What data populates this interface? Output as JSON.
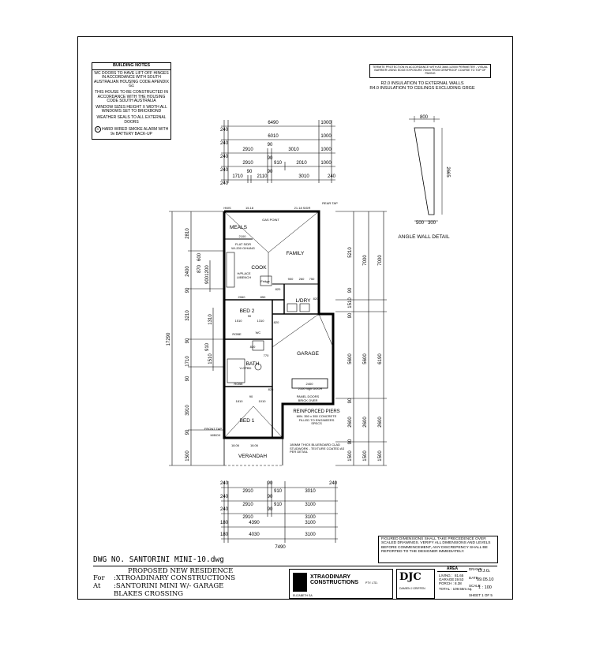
{
  "building_notes": {
    "title": "BUILDING NOTES",
    "note1": "WC DOORS TO HAVE LIFT OFF HINGES IN ACCORDANCE WITH SOUTH AUSTRALIAN HOUSING CODE APENDIX G1",
    "note2": "THIS HOUSE TO BE CONSTRUCTED IN ACCORDANCE WITH THE HOUSING CODE SOUTH AUSTRALIA",
    "note3": "WINDOW SIZES HEIGHT X WIDTH ALL WINDOWS SET TO BRICKBOND",
    "note4": "WEATHER SEALS TO ALL EXTERNAL DOORS",
    "note5": "HARD WIRED SMOKE ALARM WITH 9v BATTERY BACK-UP",
    "smoke_symbol": "S"
  },
  "termite_note": "TERMITE PROTECTION IN ACCORDANCE WITH AS 3660.1/2000 PERIMETER - VISUAL BARRIER USING EDGE EXPOSURE 75mm FROM GRNPROOF COURSE TO TOP OF PAVING",
  "insulation": {
    "line1": "R2.0 INSULATION TO EXTERNAL WALLS",
    "line2": "R4.0 INSULATION TO CEILINGS EXCLUDING GRGE"
  },
  "top_dims": {
    "row1": [
      "240",
      "6490",
      "1000"
    ],
    "row2": [
      "240",
      "6010",
      "1000"
    ],
    "row3": [
      "240",
      "2910",
      "90",
      "3010",
      "1000"
    ],
    "row4": [
      "240",
      "2910",
      "90",
      "910",
      "2010",
      "1000"
    ],
    "row5": [
      "240",
      "1710",
      "90",
      "2110",
      "90",
      "3010",
      "240"
    ]
  },
  "bottom_dims": {
    "row1": [
      "240",
      "2910",
      "90",
      "910",
      "3010",
      "240"
    ],
    "row2": [
      "240",
      "2910",
      "90",
      "910",
      "3100"
    ],
    "row3": [
      "240",
      "2910",
      "90",
      "3100"
    ],
    "row4": [
      "180",
      "4390",
      "3100"
    ],
    "row5": [
      "180",
      "4030",
      "3100"
    ],
    "overall": "7490"
  },
  "left_dims": {
    "overall": "17290",
    "segments": [
      "2810",
      "2400",
      "90",
      "3210",
      "90",
      "1710",
      "90",
      "3910",
      "90",
      "1500"
    ],
    "inner": [
      "1200",
      "900",
      "910",
      "1310",
      "1510",
      "600",
      "870"
    ]
  },
  "right_dims": {
    "col1": [
      "5210",
      "90",
      "1510",
      "90",
      "5600",
      "90",
      "2600",
      "90",
      "1500"
    ],
    "col2": [
      "7000",
      "5600",
      "2600",
      "1500"
    ],
    "col3": [
      "7000",
      "6190",
      "2600",
      "1500"
    ]
  },
  "rooms": {
    "meals": "MEALS",
    "family": "FAMILY",
    "cook": "COOK",
    "ldry": "L/DRY",
    "bed2": "BED 2",
    "bath": "BATH",
    "garage": "GARAGE",
    "bed1": "BED 1",
    "verandah": "VERANDAH"
  },
  "plan_labels": {
    "hws": "HWS",
    "hws_w": "15.18",
    "rear_tap": "REAR TAP",
    "rear_win": "21.18 S/DR",
    "gas_point": "GAS POINT",
    "meals_w": "2100",
    "flat_sdr": "FLAT S/DR",
    "flat_sdr2": "W/-200 O/HANG",
    "hplace": "H/PLACE",
    "ubench": "U/BENCH",
    "fridge": "Fridge",
    "cook_dims": [
      "2060",
      "850"
    ],
    "ldry_dims": [
      "900",
      "260",
      "750"
    ],
    "sub_dims": [
      "820",
      "820",
      "820",
      "820"
    ],
    "bed2_dims": [
      "1510",
      "90",
      "1310"
    ],
    "robe": "ROBE",
    "wc": "WC",
    "bath_num": "770",
    "vcpbd": "V-CPBD",
    "garage_door": "2400",
    "garage_door_note": "2100 high DOOR",
    "panel_doors": "PANEL DOORS",
    "brick_over": "BRICK OVER",
    "bed1_dims": [
      "1810",
      "90",
      "1010"
    ],
    "robe2": "ROBE",
    "bed1_win": [
      "18.06",
      "18.06"
    ],
    "n826": "826",
    "front_tap": "FRONT TAP",
    "mbox": "M/BOX",
    "reinforced": "REINFORCED PIERS",
    "reinforced2": "MIN. 350 x 350 CONCRETE FILLED TO ENGINEERS SPECS",
    "bluebord": "180MM THICK BLUEBOARD CLAD STUDWORK - TEXTURE COATED AS PER DETAIL"
  },
  "angle_detail": {
    "title": "ANGLE WALL DETAIL",
    "top": "800",
    "side": "2665",
    "bottom1": "500",
    "bottom2": "300"
  },
  "figured_note": "FIGURED DIMENSIONS SHALL TAKE PRECEDENCE OVER SCALED DRAWINGS. VERIFY ALL DIMENSIONS AND LEVELS BEFORE COMMENCEMENT, ANY DISCREPENCY SHALL BE REPORTED TO THE DESIGNER IMMEDIATELY.",
  "dwg_no": "DWG NO. SANTORINI MINI-10.dwg",
  "title_block": {
    "proposed": "PROPOSED NEW RESIDENCE",
    "for_label": "For",
    "for_value": ":XTROADINARY CONSTRUCTIONS",
    "at_label": "At",
    "at_value": ":SANTORINI MINI W/- GARAGE",
    "location": "BLAKES CROSSING",
    "company": "XTRAODINARY CONSTRUCTIONS",
    "company_sub": "PTY. LTD.",
    "company_addr": "ELIZABETH SA",
    "designer_logo": "DJC",
    "designer": "DAMIEN J GRIFFEN",
    "area_title": "AREA",
    "living_label": "LIVING :",
    "living_val": "81.65",
    "garage_label": "GARAGE :",
    "garage_val": "19.53",
    "porch_label": "PORCH :",
    "porch_val": "8.38",
    "total": "TOTAL : 109.56m.sq.",
    "drawn_label": "DRAWN",
    "drawn_val": "D.J.G.",
    "date_label": "DATE",
    "date_val": "09.05.10",
    "scale_label": "SCALE",
    "scale_val": "1 : 100",
    "sheet": "SHEET   1 OF 5"
  }
}
